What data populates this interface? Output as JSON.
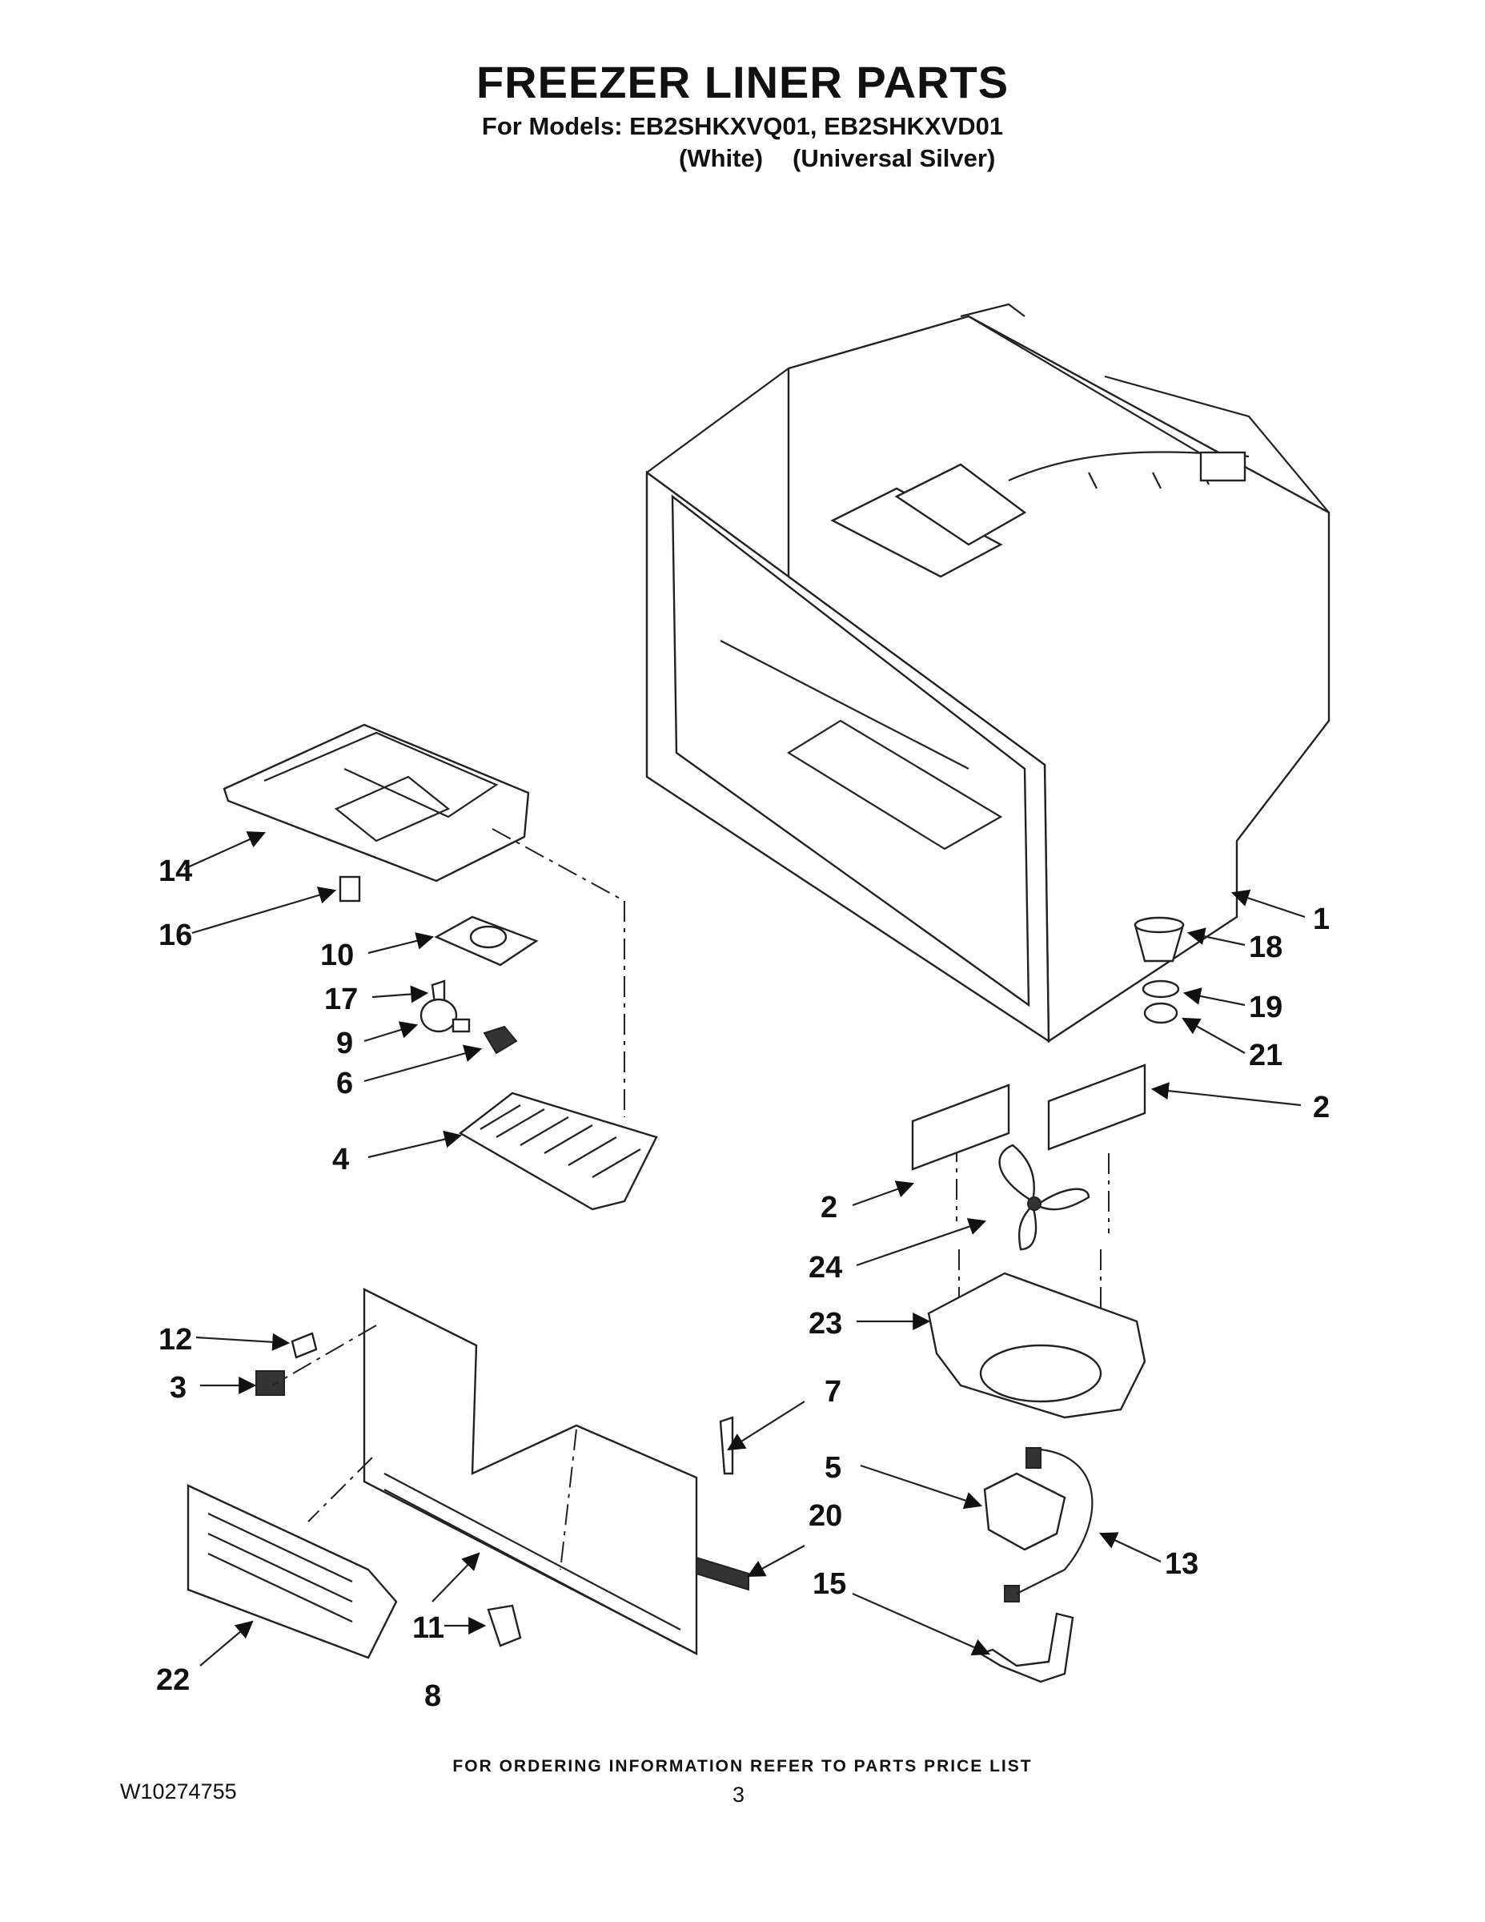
{
  "header": {
    "title": "FREEZER LINER PARTS",
    "models_line": "For Models: EB2SHKXVQ01, EB2SHKXVD01",
    "color_white": "(White)",
    "color_silver": "(Universal Silver)"
  },
  "callouts": [
    "1",
    "2",
    "2",
    "3",
    "4",
    "5",
    "6",
    "7",
    "8",
    "9",
    "10",
    "11",
    "12",
    "13",
    "14",
    "15",
    "16",
    "17",
    "18",
    "19",
    "20",
    "21",
    "22",
    "23",
    "24"
  ],
  "footer": {
    "ordering_note": "FOR ORDERING INFORMATION REFER TO PARTS PRICE LIST",
    "doc_number": "W10274755",
    "page_number": "3"
  }
}
